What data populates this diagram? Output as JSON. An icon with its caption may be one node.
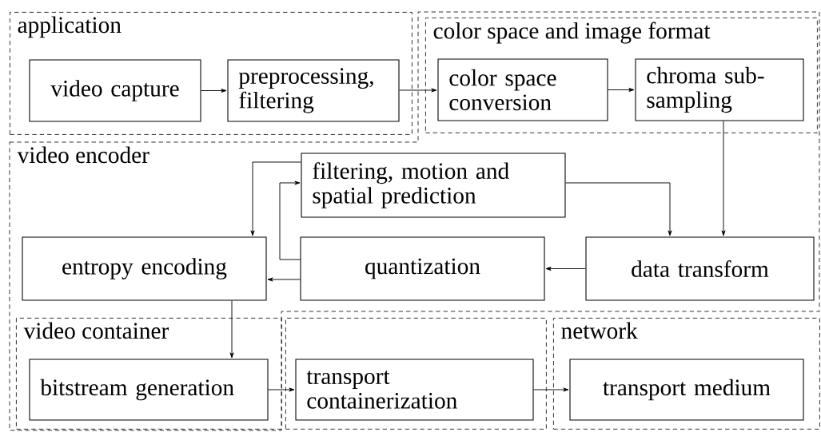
{
  "diagram": {
    "nodes": [
      {
        "text": [
          "application"
        ]
      },
      {
        "text": [
          "video capture"
        ],
        "in": 0
      },
      {
        "text": [
          "preprocessing, filtering"
        ],
        "in": 0
      },
      {
        "text": [
          "color space and image format"
        ],
        "in": 6
      },
      {
        "text": [
          "color space conversion"
        ],
        "in": 3
      },
      {
        "text": [
          "chroma sub-sampling"
        ],
        "in": 3
      },
      {
        "text": [
          "video encoder"
        ]
      },
      {
        "text": [
          "filtering, motion and spatial prediction"
        ],
        "in": 6
      },
      {
        "text": [
          "entropy encoding"
        ],
        "in": 6
      },
      {
        "text": [
          "quantization"
        ],
        "in": 6
      },
      {
        "text": [
          "data transform"
        ],
        "in": 6
      },
      {
        "text": [
          "video container"
        ],
        "in": 6
      },
      {
        "text": [
          "bitstream generation"
        ],
        "in": 11
      },
      {
        "text": [],
        "shape": "box"
      },
      {
        "text": [
          "transport containerization"
        ],
        "in": 13
      },
      {
        "text": [
          "network"
        ]
      },
      {
        "text": [
          "transport medium"
        ],
        "in": 15
      }
    ],
    "edges": [
      {
        "from": 1,
        "to": 2,
        "arrow": "to"
      },
      {
        "from": 2,
        "to": 4,
        "arrow": "to"
      },
      {
        "from": 4,
        "to": 5,
        "arrow": "to"
      },
      {
        "from": 5,
        "to": 10,
        "arrow": "to"
      },
      {
        "from": 10,
        "to": 9,
        "arrow": "to"
      },
      {
        "from": 9,
        "to": 8,
        "arrow": "to"
      },
      {
        "from": 9,
        "to": 7,
        "arrow": "to"
      },
      {
        "from": 7,
        "to": 8,
        "arrow": "to"
      },
      {
        "from": 7,
        "to": 10,
        "arrow": "to"
      },
      {
        "from": 8,
        "to": 12,
        "arrow": "to"
      },
      {
        "from": 12,
        "to": 14,
        "arrow": "to"
      },
      {
        "from": 14,
        "to": 16,
        "arrow": "to"
      }
    ]
  }
}
